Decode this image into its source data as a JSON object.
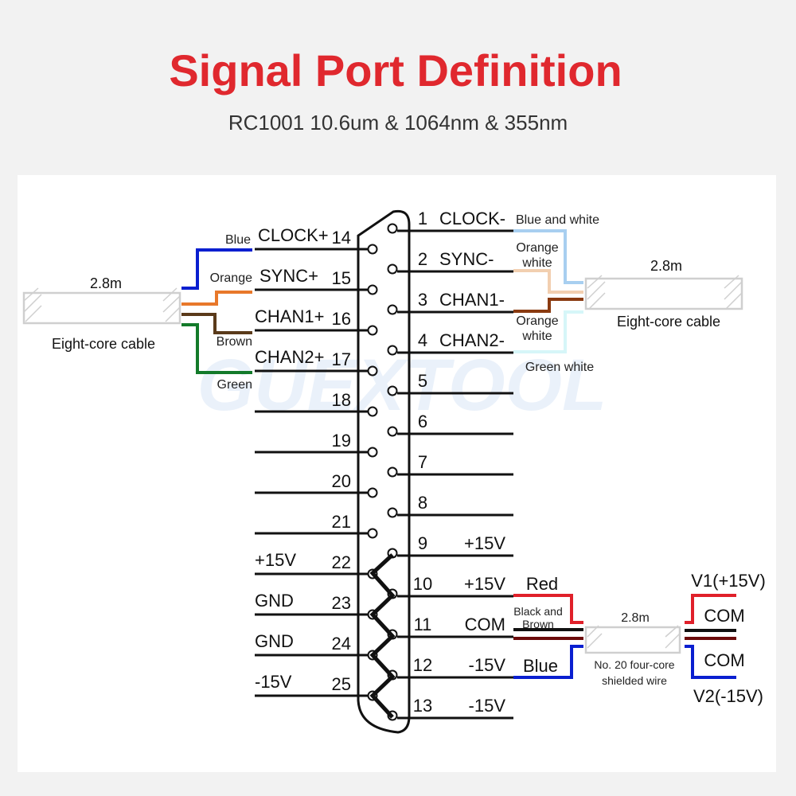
{
  "header": {
    "title": "Signal Port Definition",
    "subtitle": "RC1001 10.6um & 1064nm & 355nm"
  },
  "watermark": "GUEXTOOL",
  "colors": {
    "title": "#e0282e",
    "blue": "#0a1fd0",
    "orange": "#e8782a",
    "brown": "#5a3a1a",
    "green": "#137a2a",
    "blue_white": "#a8cff0",
    "orange_white": "#f2cfb0",
    "brown_right": "#8a3a10",
    "green_white": "#d6f6f8",
    "red": "#e0202a",
    "dark_red": "#6b0a0a"
  },
  "left_pins": [
    {
      "num": "14",
      "signal": "CLOCK+"
    },
    {
      "num": "15",
      "signal": "SYNC+"
    },
    {
      "num": "16",
      "signal": "CHAN1+"
    },
    {
      "num": "17",
      "signal": "CHAN2+"
    },
    {
      "num": "18",
      "signal": ""
    },
    {
      "num": "19",
      "signal": ""
    },
    {
      "num": "20",
      "signal": ""
    },
    {
      "num": "21",
      "signal": ""
    },
    {
      "num": "22",
      "signal": "+15V"
    },
    {
      "num": "23",
      "signal": "GND"
    },
    {
      "num": "24",
      "signal": "GND"
    },
    {
      "num": "25",
      "signal": "-15V"
    }
  ],
  "right_pins": [
    {
      "num": "1",
      "signal": "CLOCK-"
    },
    {
      "num": "2",
      "signal": "SYNC-"
    },
    {
      "num": "3",
      "signal": "CHAN1-"
    },
    {
      "num": "4",
      "signal": "CHAN2-"
    },
    {
      "num": "5",
      "signal": ""
    },
    {
      "num": "6",
      "signal": ""
    },
    {
      "num": "7",
      "signal": ""
    },
    {
      "num": "8",
      "signal": ""
    },
    {
      "num": "9",
      "signal": "+15V"
    },
    {
      "num": "10",
      "signal": "+15V"
    },
    {
      "num": "11",
      "signal": "COM"
    },
    {
      "num": "12",
      "signal": "-15V"
    },
    {
      "num": "13",
      "signal": "-15V"
    }
  ],
  "left_cable": {
    "length": "2.8m",
    "name": "Eight-core cable",
    "wires": [
      "Blue",
      "Orange",
      "Brown",
      "Green"
    ]
  },
  "right_cable": {
    "length": "2.8m",
    "name": "Eight-core cable",
    "wires": [
      "Blue and white",
      "Orange",
      "white",
      "Orange",
      "white",
      "Green white"
    ]
  },
  "power_cable": {
    "length": "2.8m",
    "name_line1": "No. 20 four-core",
    "name_line2": "shielded wire",
    "wire_red": "Red",
    "wire_black1": "Black and",
    "wire_black2": "Brown",
    "wire_blue": "Blue",
    "v1": "V1(+15V)",
    "com1": "COM",
    "com2": "COM",
    "v2": "V2(-15V)"
  }
}
